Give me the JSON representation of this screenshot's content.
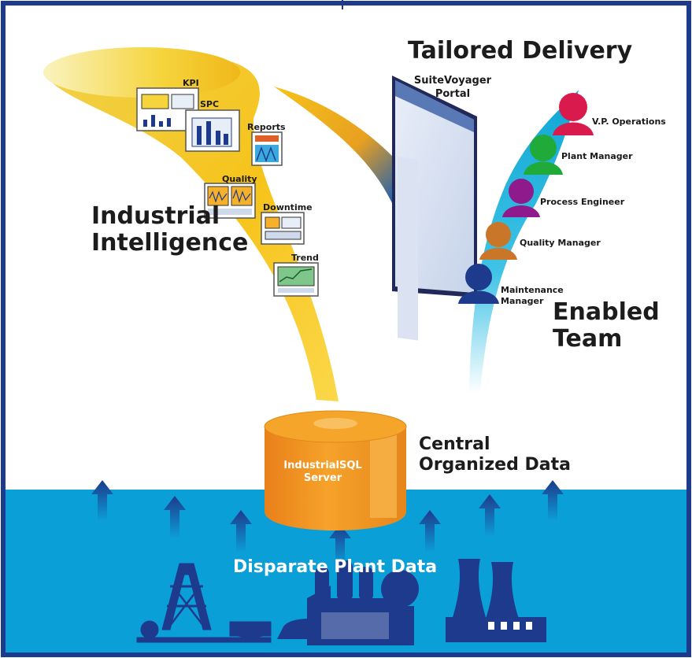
{
  "labels": {
    "tailored_delivery": "Tailored Delivery",
    "industrial_intelligence": [
      "Industrial",
      "Intelligence"
    ],
    "enabled_team": [
      "Enabled",
      "Team"
    ],
    "central_data": [
      "Central",
      "Organized Data"
    ],
    "server": [
      "IndustrialSQL",
      "Server"
    ],
    "disparate_plant_data": "Disparate Plant Data",
    "portal": [
      "SuiteVoyager",
      "Portal"
    ]
  },
  "reports": [
    {
      "label": "KPI",
      "icon": "kpi-report-icon"
    },
    {
      "label": "SPC",
      "icon": "spc-report-icon"
    },
    {
      "label": "Reports",
      "icon": "reports-icon"
    },
    {
      "label": "Quality",
      "icon": "quality-report-icon"
    },
    {
      "label": "Downtime",
      "icon": "downtime-report-icon"
    },
    {
      "label": "Trend",
      "icon": "trend-report-icon"
    }
  ],
  "team": [
    {
      "role": "V.P. Operations",
      "color": "#d81a4c"
    },
    {
      "role": "Plant Manager",
      "color": "#1faa3a"
    },
    {
      "role": "Process Engineer",
      "color": "#8e1a8c"
    },
    {
      "role": "Quality Manager",
      "color": "#c97628"
    },
    {
      "role": [
        "Maintenance",
        "Manager"
      ],
      "color": "#1e3a8c"
    }
  ],
  "colors": {
    "border": "#1e3a8c",
    "water": "#0b9fd8",
    "server": "#f39a1e",
    "yellow_funnel": "#f5c21a",
    "cyan_funnel": "#16b4d8",
    "plant_icons": "#1e3a8c",
    "arrows": "#1e3a8c"
  }
}
